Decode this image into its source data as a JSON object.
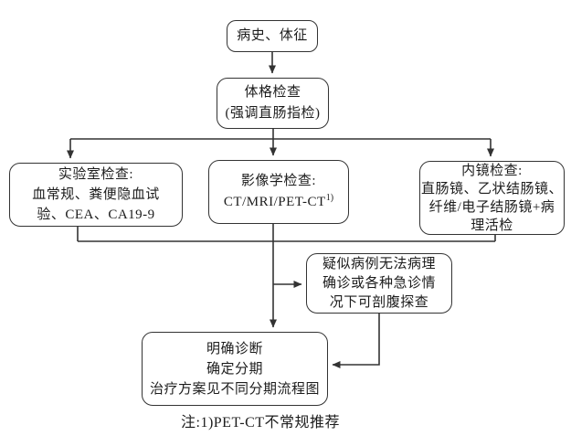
{
  "figure": {
    "background": "#ffffff",
    "stroke_color": "#333333",
    "text_color": "#1c1c1c"
  },
  "nodes": {
    "history": {
      "lines": [
        "病史、体征"
      ]
    },
    "physical": {
      "lines": [
        "体格检查",
        "(强调直肠指检)"
      ]
    },
    "lab": {
      "lines": [
        "实验室检查:",
        "血常规、粪便隐血试",
        "验、CEA、CA19-9"
      ]
    },
    "imaging": {
      "line1": "影像学检查:",
      "line2": "CT/MRI/PET-CT",
      "superscript": "1)"
    },
    "endoscopy": {
      "lines": [
        "内镜检查:",
        "直肠镜、乙状结肠镜、",
        "纤维/电子结肠镜+病",
        "理活检"
      ]
    },
    "suspected": {
      "lines": [
        "疑似病例无法病理",
        "确诊或各种急诊情",
        "况下可剖腹探查"
      ]
    },
    "diagnosis": {
      "lines": [
        "明确诊断",
        "确定分期",
        "治疗方案见不同分期流程图"
      ]
    }
  },
  "note": "注:1)PET-CT不常规推荐",
  "edges": [
    {
      "from": "history",
      "to": "physical"
    },
    {
      "from": "physical",
      "to": "lab"
    },
    {
      "from": "physical",
      "to": "imaging"
    },
    {
      "from": "physical",
      "to": "endoscopy"
    },
    {
      "from": "lab",
      "to": "diagnosis"
    },
    {
      "from": "imaging",
      "to": "diagnosis"
    },
    {
      "from": "endoscopy",
      "to": "diagnosis"
    },
    {
      "from": "imaging",
      "to": "suspected"
    },
    {
      "from": "suspected",
      "to": "diagnosis"
    }
  ]
}
